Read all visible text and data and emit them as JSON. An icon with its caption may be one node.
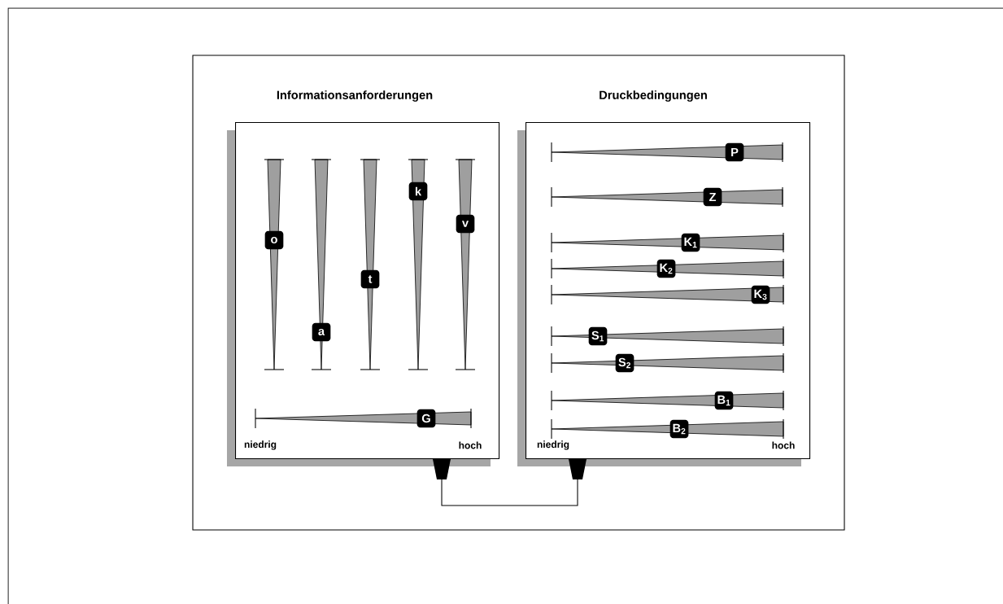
{
  "diagram": {
    "nodes": [
      {
        "text": [
          "Informationsanforderungen"
        ]
      },
      {
        "text": [
          "o"
        ],
        "in": 0
      },
      {
        "text": [
          "a"
        ],
        "in": 0
      },
      {
        "text": [
          "t"
        ],
        "in": 0
      },
      {
        "text": [
          "k"
        ],
        "in": 0
      },
      {
        "text": [
          "v"
        ],
        "in": 0
      },
      {
        "text": [
          "G"
        ],
        "in": 0
      },
      {
        "text": [
          "Druckbedingungen"
        ]
      },
      {
        "text": [
          "P"
        ],
        "in": 7
      },
      {
        "text": [
          "Z"
        ],
        "in": 7
      },
      {
        "text": [
          "K$_{1}$"
        ],
        "in": 7
      },
      {
        "text": [
          "K$_{2}$"
        ],
        "in": 7
      },
      {
        "text": [
          "K$_{3}$"
        ],
        "in": 7
      },
      {
        "text": [
          "S$_{1}$"
        ],
        "in": 7
      },
      {
        "text": [
          "S$_{2}$"
        ],
        "in": 7
      },
      {
        "text": [
          "B$_{1}$"
        ],
        "in": 7
      },
      {
        "text": [
          "B$_{2}$"
        ],
        "in": 7
      }
    ],
    "edges": [
      {
        "from": 0,
        "to": 7,
        "arrow": "other"
      }
    ],
    "labels": [
      "niedrig",
      "hoch",
      "niedrig",
      "hoch"
    ]
  }
}
